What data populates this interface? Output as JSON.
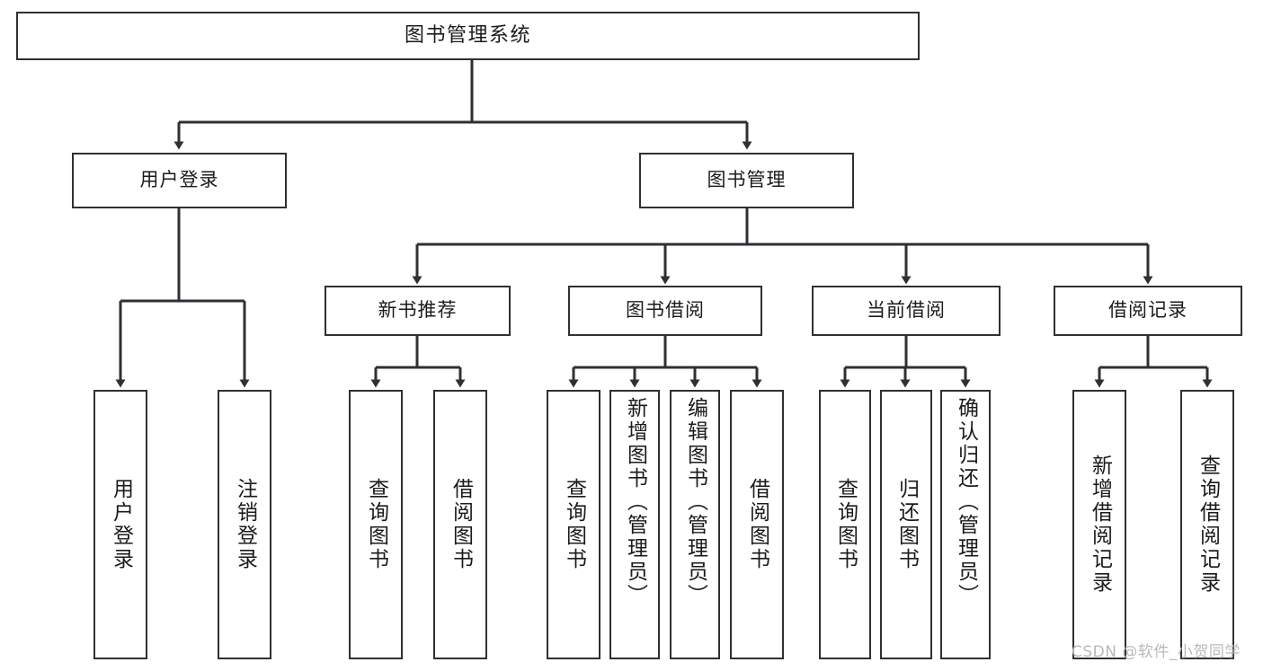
{
  "page": {
    "title": "图书管理系统 功能结构图",
    "background": "#ffffff",
    "line_color": "#2f3033",
    "text_color": "#1b1b1b",
    "watermark": "CSDN @软件_小贺同学",
    "watermark_color": "#b9b9b9"
  },
  "chart_data": {
    "type": "tree-diagram",
    "title": "图书管理系统",
    "orientation": "top-down",
    "levels": 4,
    "node_count": 20
  },
  "nodes": {
    "root": {
      "label": "图书管理系统"
    },
    "level2": [
      {
        "id": "user-login",
        "label": "用户登录"
      },
      {
        "id": "book-manage",
        "label": "图书管理"
      }
    ],
    "level3": [
      {
        "id": "new-book-recommend",
        "label": "新书推荐"
      },
      {
        "id": "book-borrow",
        "label": "图书借阅"
      },
      {
        "id": "current-borrow",
        "label": "当前借阅"
      },
      {
        "id": "borrow-record",
        "label": "借阅记录"
      }
    ],
    "leaves": {
      "user_login": [
        {
          "id": "leaf-user-login",
          "label": "用户登录"
        },
        {
          "id": "leaf-logout",
          "label": "注销登录"
        }
      ],
      "new_book_recommend": [
        {
          "id": "leaf-query-book-1",
          "label": "查询图书"
        },
        {
          "id": "leaf-borrow-book-1",
          "label": "借阅图书"
        }
      ],
      "book_borrow": [
        {
          "id": "leaf-query-book-2",
          "label": "查询图书"
        },
        {
          "id": "leaf-add-book",
          "label": "新增图书（管理员）"
        },
        {
          "id": "leaf-edit-book",
          "label": "编辑图书（管理员）"
        },
        {
          "id": "leaf-borrow-book-2",
          "label": "借阅图书"
        }
      ],
      "current_borrow": [
        {
          "id": "leaf-query-book-3",
          "label": "查询图书"
        },
        {
          "id": "leaf-return-book",
          "label": "归还图书"
        },
        {
          "id": "leaf-confirm-return",
          "label": "确认归还（管理员）"
        }
      ],
      "borrow_record": [
        {
          "id": "leaf-add-record",
          "label": "新增借阅记录"
        },
        {
          "id": "leaf-query-record",
          "label": "查询借阅记录"
        }
      ]
    }
  }
}
